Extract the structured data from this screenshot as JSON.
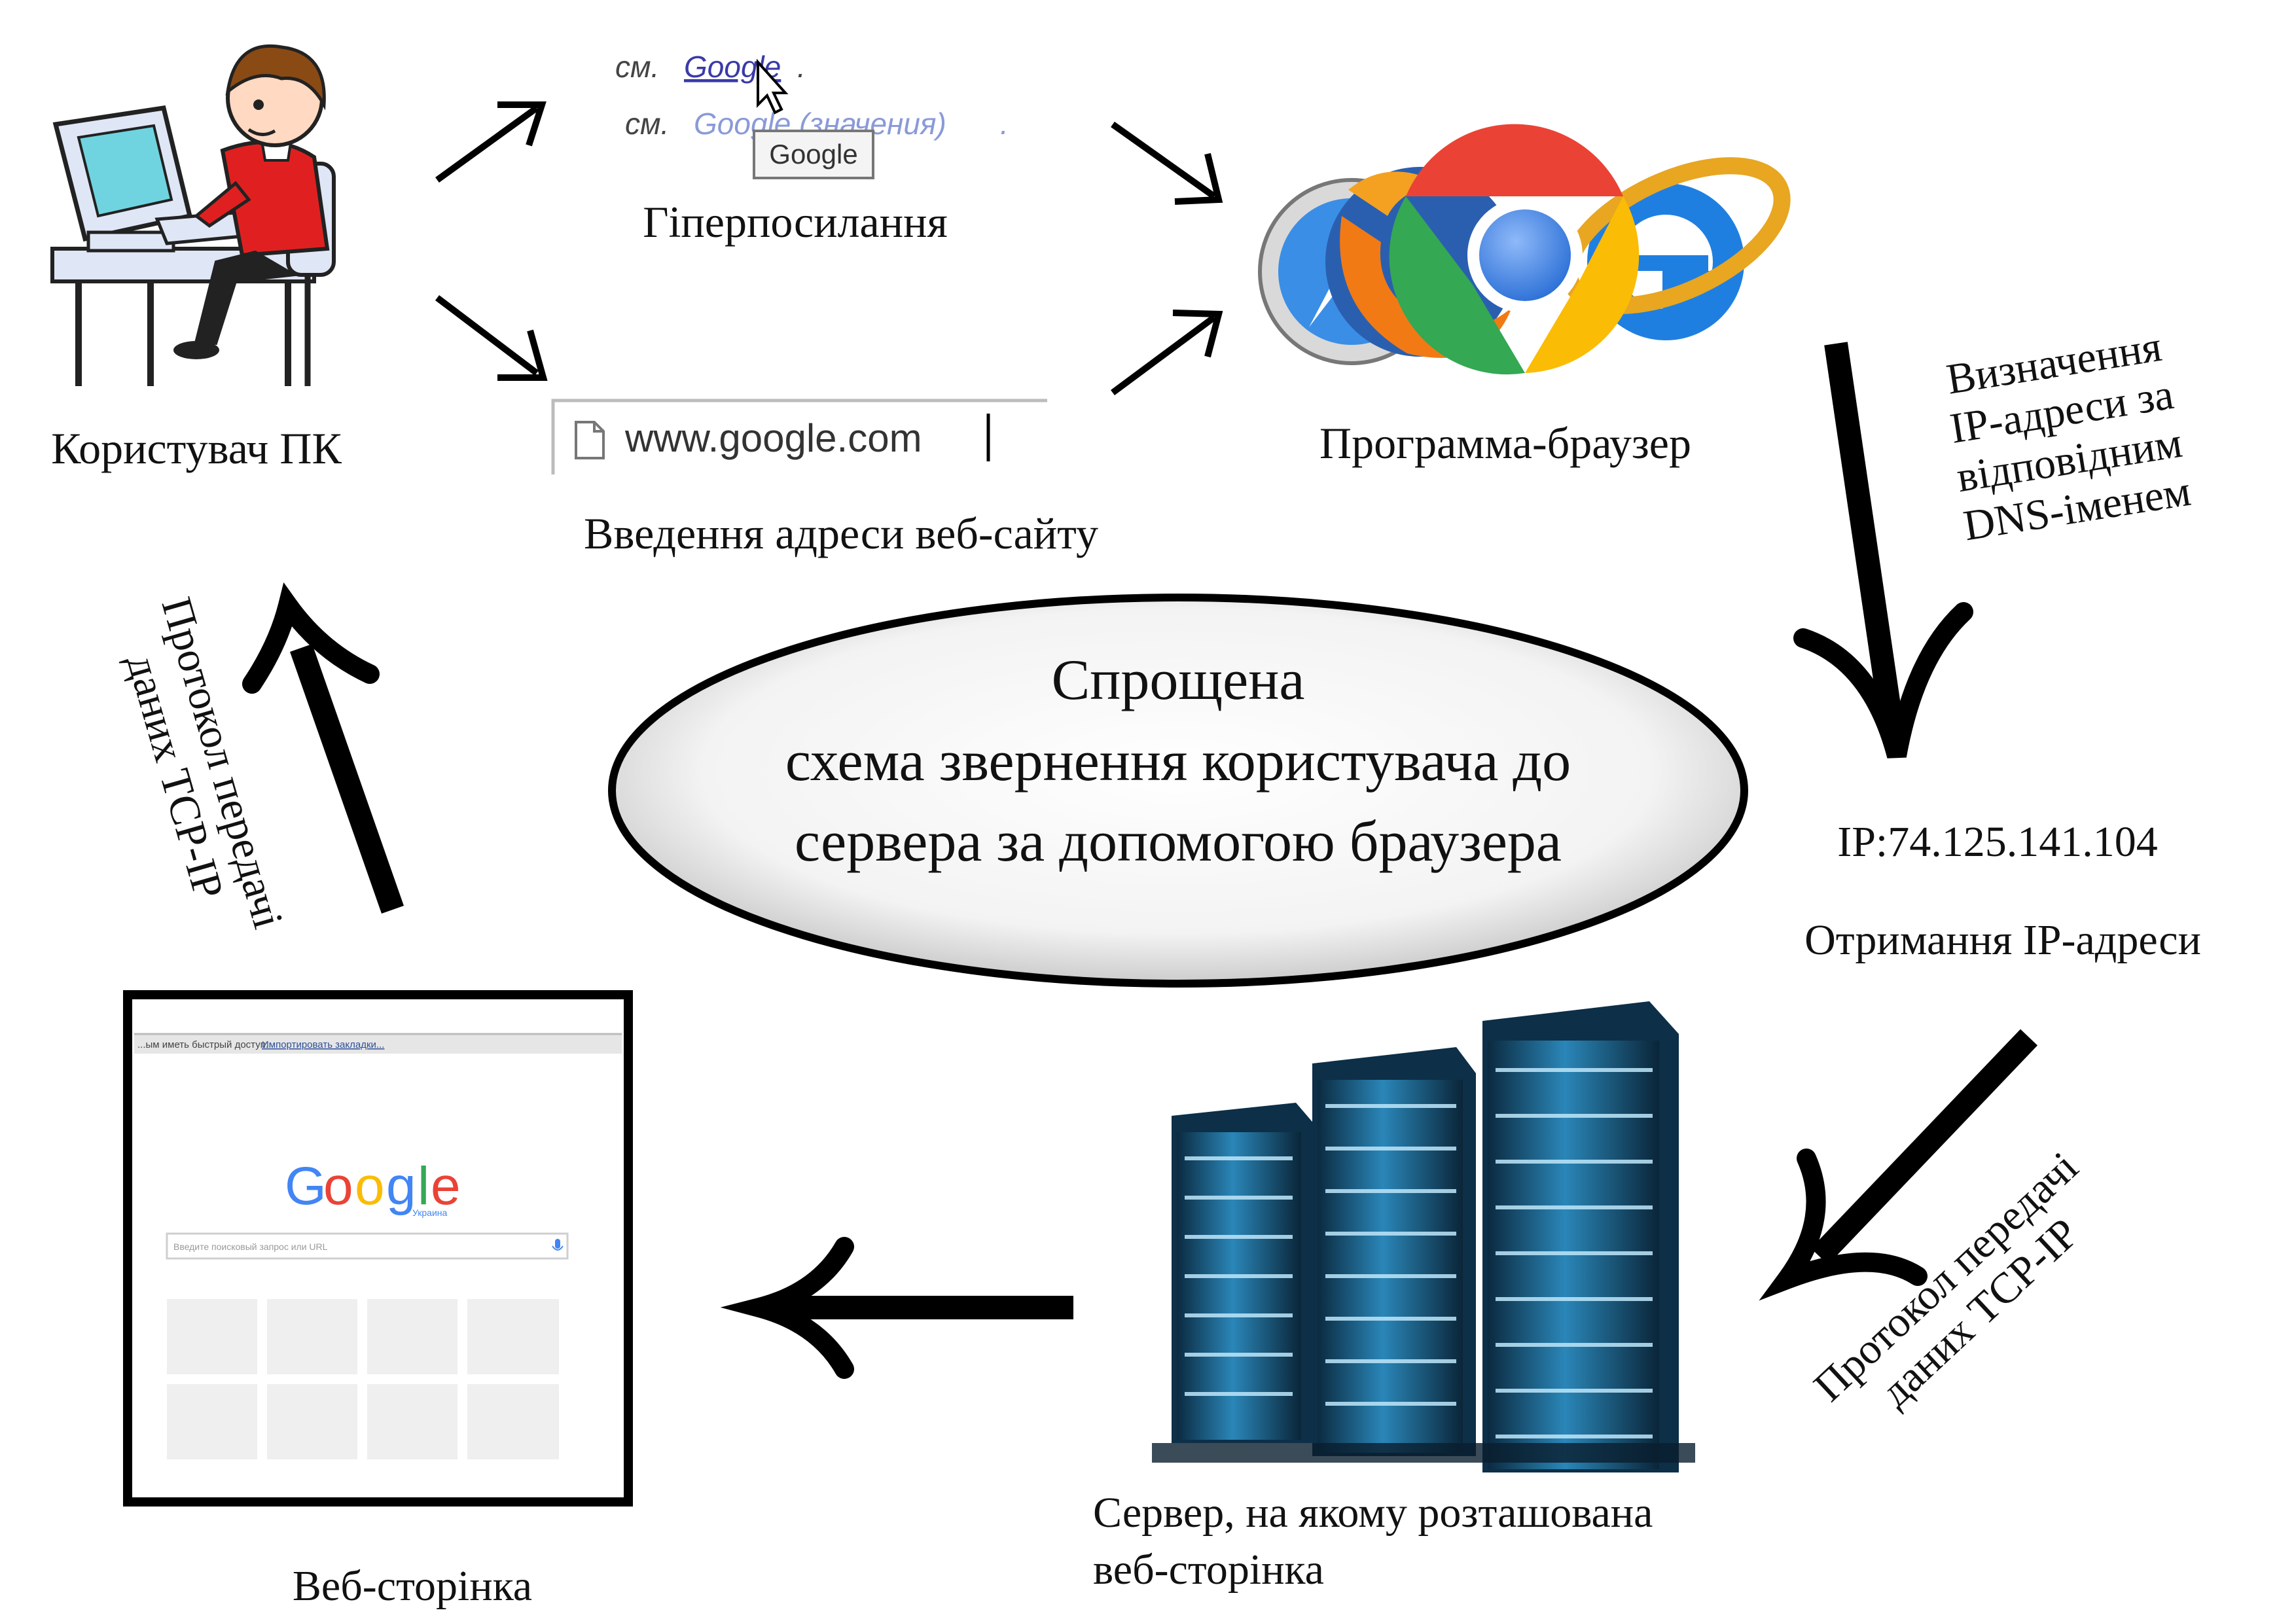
{
  "center": {
    "line1": "Спрощена",
    "line2": "схема звернення користувача до",
    "line3": "сервера за допомогою браузера"
  },
  "nodes": {
    "user_label": "Користувач ПК",
    "hyperlink_label": "Гіперпосилання",
    "hyperlink_sample": {
      "prefix1": "см.",
      "link1": "Google",
      "suffix1": ".",
      "prefix2": "см.",
      "link2": "Google (значения)",
      "suffix2": ".",
      "tooltip": "Google"
    },
    "address_label": "Введення адреси веб-сайту",
    "address_value": "www.google.com",
    "browser_label": "Программа-браузер",
    "dns_label": [
      "Визначення",
      "IP-адреси за",
      "відповідним",
      "DNS-іменем"
    ],
    "ip_value": "IP:74.125.141.104",
    "ip_label": "Отримання IP-адреси",
    "tcp_right": [
      "Протокол передачі",
      "даних TCP-IP"
    ],
    "tcp_left": [
      "Протокол передачі",
      "даних TCP-IP"
    ],
    "server_label": [
      "Сервер, на якому розташована",
      "веб-сторінка"
    ],
    "webpage_label": "Веб-сторінка"
  },
  "webpage_mock": {
    "bookmarks_text": "...ым иметь быстрый доступ.",
    "bookmarks_link": "Импортировать закладки...",
    "logo_text": "Google",
    "logo_sub": "Украина",
    "search_placeholder": "Введите поисковый запрос или URL"
  },
  "colors": {
    "google_blue": "#4285F4",
    "google_red": "#EA4335",
    "google_yellow": "#FBBC05",
    "google_green": "#34A853",
    "server_blue": "#1f6f9e",
    "link_blue": "#3a3aa8"
  }
}
